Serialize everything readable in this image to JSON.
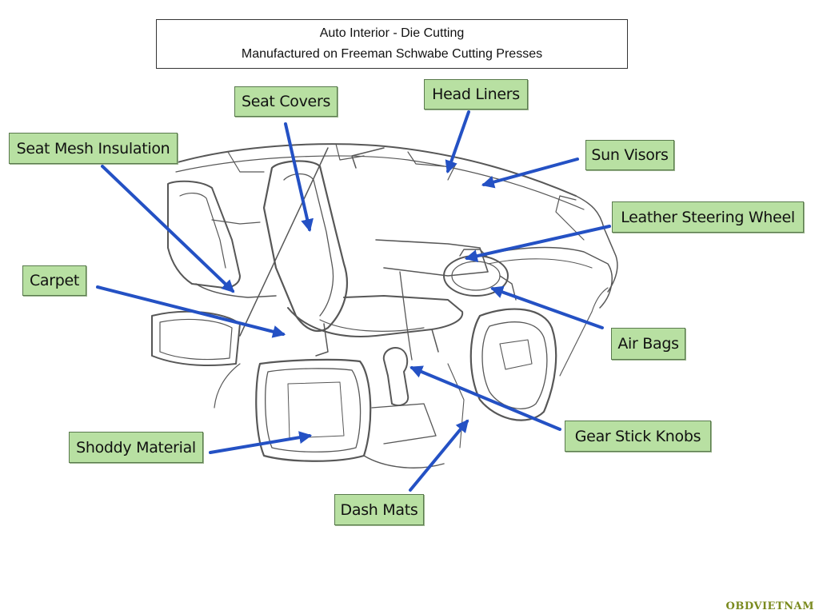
{
  "title": {
    "line1": "Auto Interior - Die Cutting",
    "line2": "Manufactured on Freeman Schwabe Cutting Presses"
  },
  "labels": {
    "seat_covers": "Seat Covers",
    "head_liners": "Head Liners",
    "seat_mesh_insulation": "Seat Mesh Insulation",
    "sun_visors": "Sun Visors",
    "leather_steering_wheel": "Leather Steering Wheel",
    "carpet": "Carpet",
    "air_bags": "Air Bags",
    "gear_stick_knobs": "Gear Stick Knobs",
    "shoddy_material": "Shoddy Material",
    "dash_mats": "Dash Mats"
  },
  "watermark": "OBDVIETNAM",
  "colors": {
    "label_fill": "#b8e0a2",
    "arrow": "#2451c4",
    "sketch": "#3a3a3a",
    "watermark": "#7a8a1e"
  }
}
